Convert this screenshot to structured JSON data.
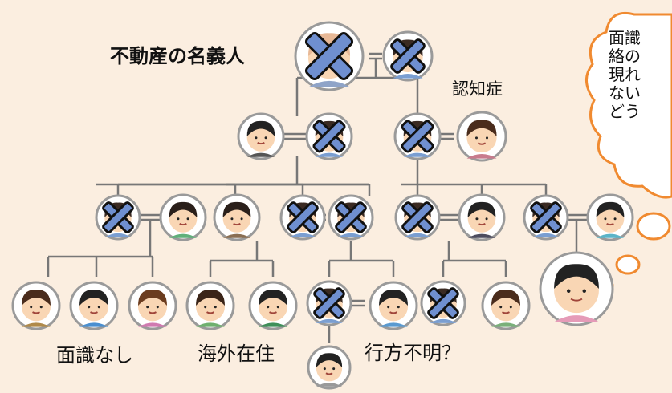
{
  "colors": {
    "background": "#fbeee0",
    "line": "#777777",
    "ring": "#9a9a9a",
    "cross_fill": "#6f8fd0",
    "cloud_stroke": "#f08a30",
    "face_skin": "#f9d6b4"
  },
  "labels": {
    "owner": "不動産の名義人",
    "dementia": "認知症",
    "no_contact": "面識なし",
    "abroad": "海外在住",
    "missing": "行方不明？"
  },
  "thought_bubble": {
    "lines": [
      "面識",
      "絡の",
      "現れ",
      "ない",
      "どう"
    ]
  },
  "icons": {
    "deceased_mark": "cross-icon",
    "person": "person-avatar-icon",
    "bubble": "thought-cloud-icon"
  }
}
